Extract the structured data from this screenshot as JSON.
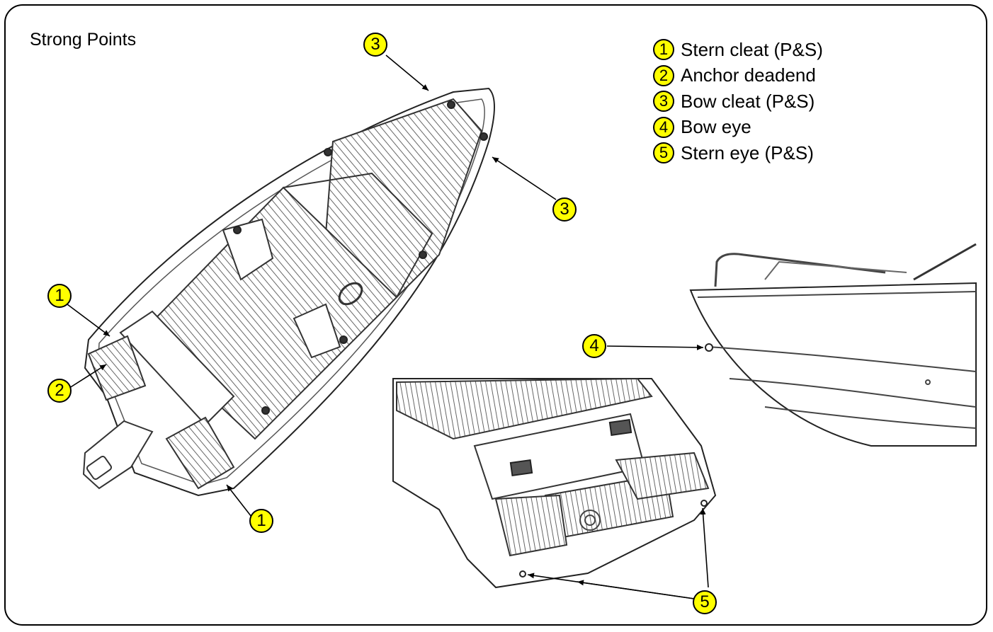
{
  "title": "Strong Points",
  "legend": [
    {
      "number": "1",
      "label": "Stern cleat (P&S)"
    },
    {
      "number": "2",
      "label": "Anchor deadend"
    },
    {
      "number": "3",
      "label": "Bow cleat (P&S)"
    },
    {
      "number": "4",
      "label": "Bow eye"
    },
    {
      "number": "5",
      "label": "Stern eye (P&S)"
    }
  ],
  "callouts": [
    {
      "number": "3"
    },
    {
      "number": "3"
    },
    {
      "number": "1"
    },
    {
      "number": "2"
    },
    {
      "number": "1"
    },
    {
      "number": "4"
    },
    {
      "number": "5"
    }
  ],
  "colors": {
    "badge_fill": "#ffff00",
    "outline": "#000000"
  }
}
